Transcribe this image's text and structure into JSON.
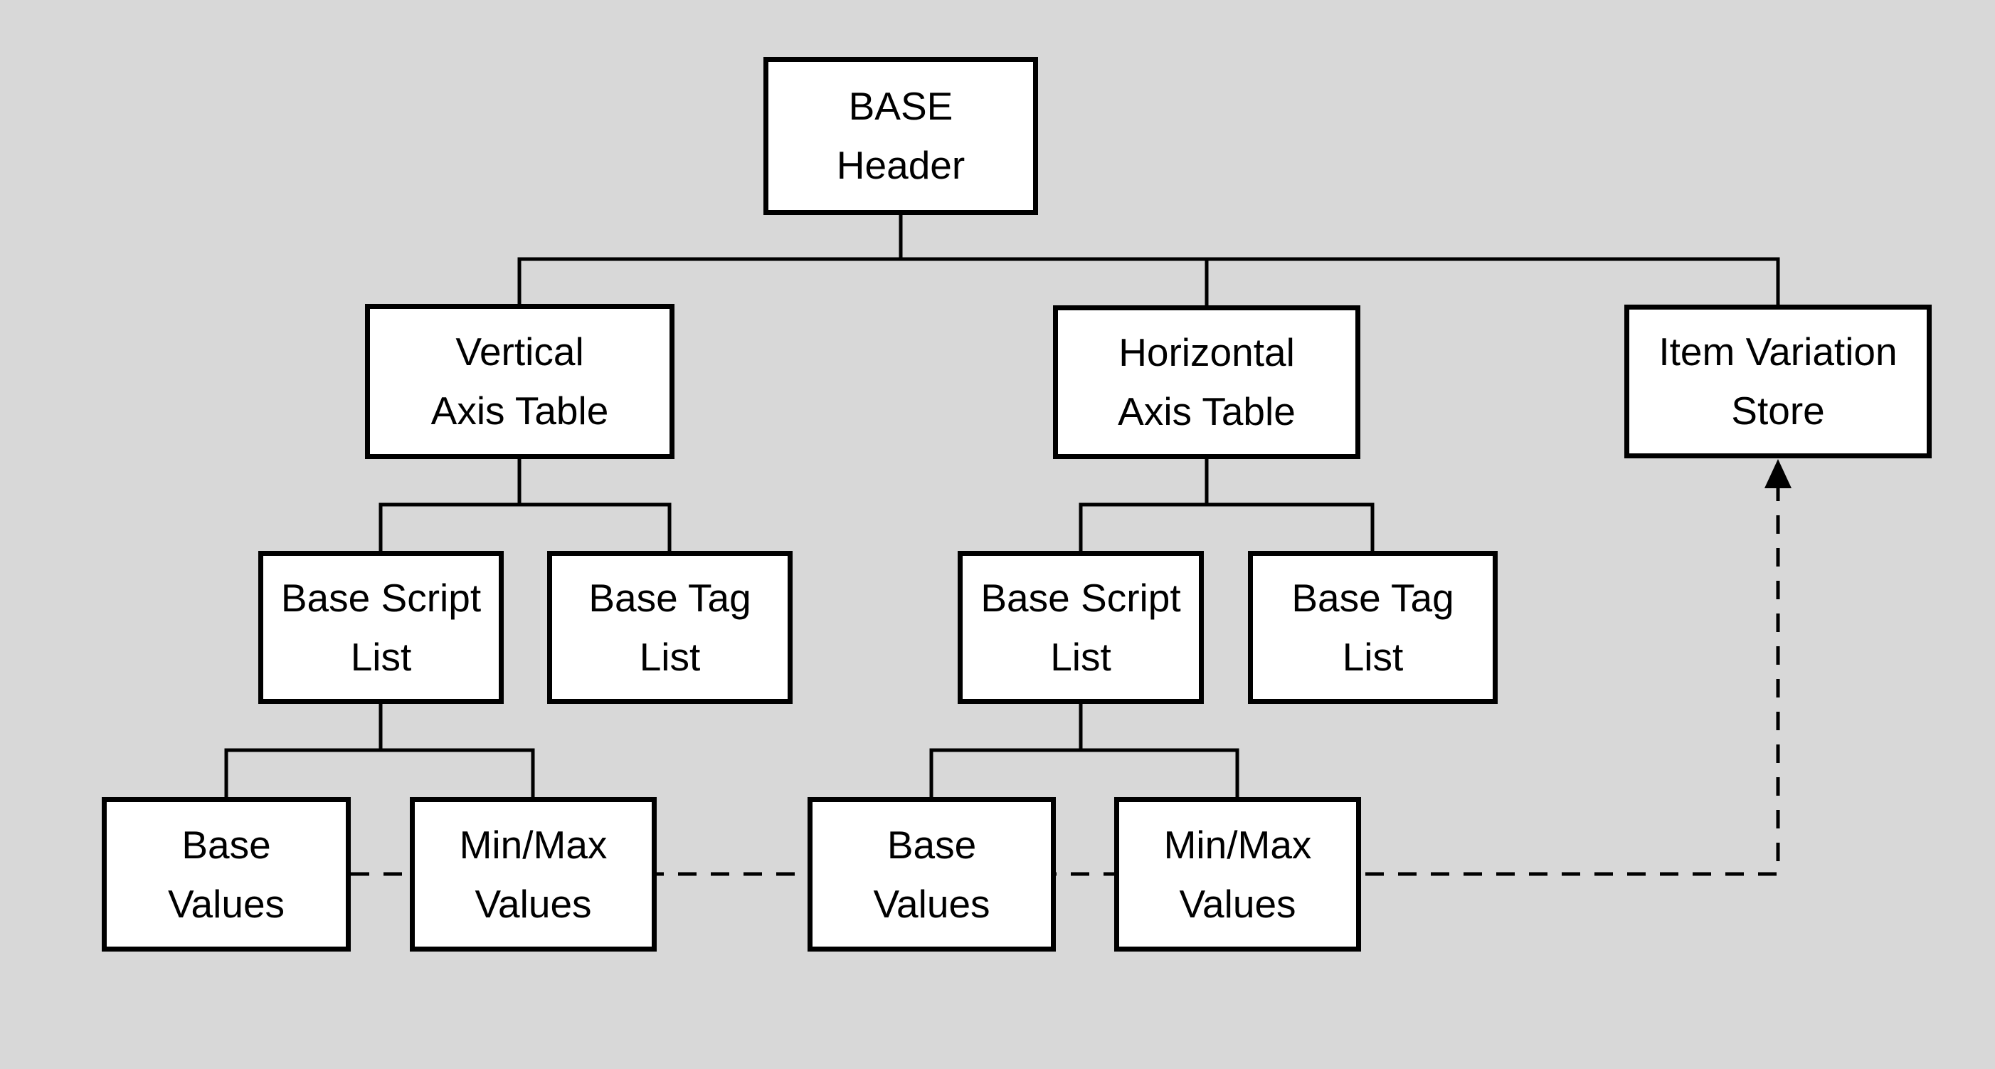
{
  "colors": {
    "background": "#d8d8d8",
    "box_fill": "#ffffff",
    "box_border": "#000000",
    "line": "#000000",
    "text": "#000000"
  },
  "nodes": {
    "base_header": {
      "label": "BASE\nHeader"
    },
    "vertical_axis_table": {
      "label": "Vertical\nAxis Table"
    },
    "horizontal_axis_table": {
      "label": "Horizontal\nAxis Table"
    },
    "item_variation_store": {
      "label": "Item Variation\nStore"
    },
    "base_script_list_left": {
      "label": "Base Script\nList"
    },
    "base_tag_list_left": {
      "label": "Base Tag\nList"
    },
    "base_script_list_right": {
      "label": "Base Script\nList"
    },
    "base_tag_list_right": {
      "label": "Base Tag\nList"
    },
    "base_values_left": {
      "label": "Base\nValues"
    },
    "minmax_values_left": {
      "label": "Min/Max\nValues"
    },
    "base_values_right": {
      "label": "Base\nValues"
    },
    "minmax_values_right": {
      "label": "Min/Max\nValues"
    }
  }
}
